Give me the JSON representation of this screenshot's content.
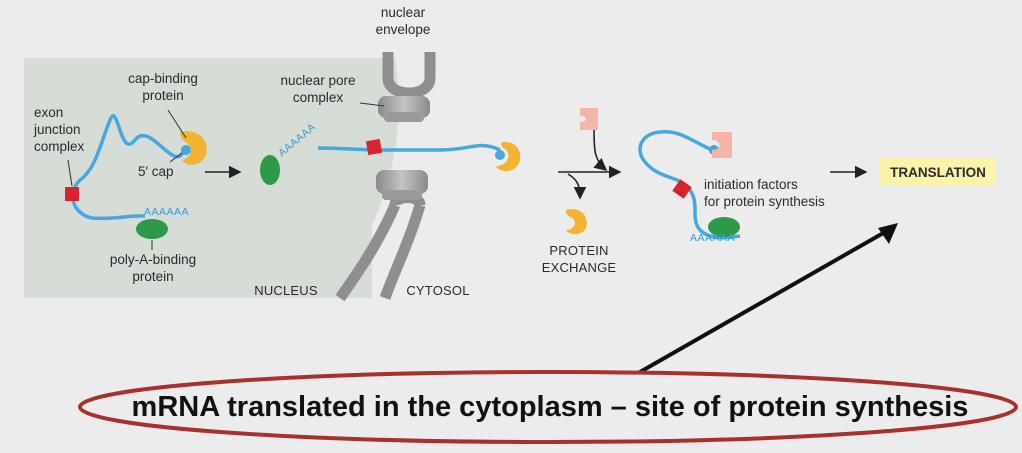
{
  "labels": {
    "nuclear_envelope": "nuclear\nenvelope",
    "cap_binding_protein": "cap-binding\nprotein",
    "nuclear_pore_complex": "nuclear pore\ncomplex",
    "exon_junction_complex": "exon\njunction\ncomplex",
    "five_prime_cap": "5′ cap",
    "poly_a_binding_protein": "poly-A-binding\nprotein",
    "nucleus": "NUCLEUS",
    "cytosol": "CYTOSOL",
    "protein_exchange": "PROTEIN\nEXCHANGE",
    "initiation_factors": "initiation factors\nfor protein synthesis",
    "translation": "TRANSLATION"
  },
  "poly_a": [
    "AAAAAA",
    "AAAAAA",
    "AAAAAA"
  ],
  "caption": "mRNA translated in the cytoplasm – site of protein synthesis",
  "colors": {
    "nucleus_bg": "#d6dcd6",
    "mrna": "#45a8e0",
    "ejc": "#d8242c",
    "cap_binding": "#f2b431",
    "pabp": "#2e9a49",
    "initiation_factor": "#f4b5a8",
    "translation_bg": "#fbf4a8",
    "oval": "#a8312c"
  }
}
